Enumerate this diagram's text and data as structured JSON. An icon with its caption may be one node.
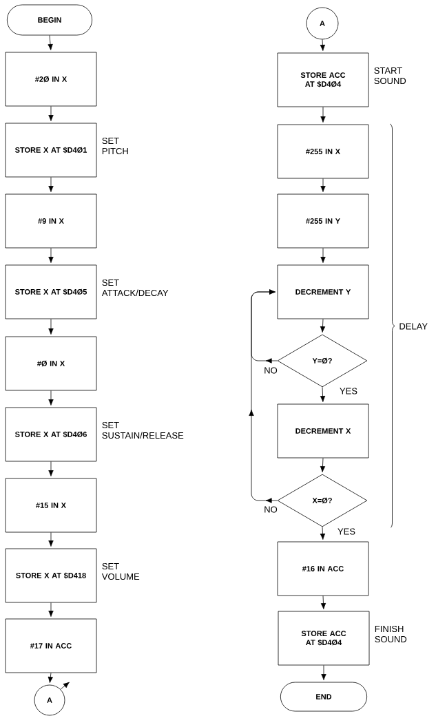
{
  "diagram": {
    "nodes": [
      {
        "text": [
          "BEGIN"
        ]
      },
      {
        "text": [
          "#2Ø IN X"
        ]
      },
      {
        "text": [
          "STORE X AT $D4Ø1"
        ],
        "beside": [
          "SET PITCH"
        ]
      },
      {
        "text": [
          "#9 IN X"
        ]
      },
      {
        "text": [
          "STORE X AT $D4Ø5"
        ],
        "beside": [
          "SET ATTACK/DECAY"
        ]
      },
      {
        "text": [
          "#Ø IN X"
        ]
      },
      {
        "text": [
          "STORE X AT $D4Ø6"
        ],
        "beside": [
          "SET SUSTAIN/RELEASE"
        ]
      },
      {
        "text": [
          "#15 IN X"
        ]
      },
      {
        "text": [
          "STORE X AT $D418"
        ],
        "beside": [
          "SET VOLUME"
        ]
      },
      {
        "text": [
          "#17 IN ACC"
        ]
      },
      {
        "text": [
          "A"
        ]
      },
      {
        "text": [
          "A"
        ]
      },
      {
        "text": [
          "STORE ACC AT $D4Ø4"
        ],
        "beside": [
          "START SOUND"
        ]
      },
      {
        "text": [
          "#255 IN X"
        ]
      },
      {
        "text": [
          "#255 IN Y"
        ]
      },
      {
        "text": [
          "DECREMENT Y"
        ]
      },
      {
        "text": [
          "Y=Ø?"
        ]
      },
      {
        "text": [
          "DECREMENT X"
        ]
      },
      {
        "text": [
          "X=Ø?"
        ]
      },
      {
        "text": [
          "#16 IN ACC"
        ]
      },
      {
        "text": [
          "STORE ACC AT $D4Ø4"
        ],
        "beside": [
          "FINISH SOUND"
        ]
      },
      {
        "text": [
          "END"
        ]
      }
    ],
    "edges": [
      {
        "from": 0,
        "to": 1,
        "arrow": "to"
      },
      {
        "from": 1,
        "to": 2,
        "arrow": "to"
      },
      {
        "from": 2,
        "to": 3,
        "arrow": "to"
      },
      {
        "from": 3,
        "to": 4,
        "arrow": "to"
      },
      {
        "from": 4,
        "to": 5,
        "arrow": "to"
      },
      {
        "from": 5,
        "to": 6,
        "arrow": "to"
      },
      {
        "from": 6,
        "to": 7,
        "arrow": "to"
      },
      {
        "from": 7,
        "to": 8,
        "arrow": "to"
      },
      {
        "from": 8,
        "to": 9,
        "arrow": "to"
      },
      {
        "from": 9,
        "to": 10,
        "arrow": "to"
      },
      {
        "from": 10,
        "to": null,
        "arrow": "to"
      },
      {
        "from": 11,
        "to": 12,
        "arrow": "to"
      },
      {
        "from": 12,
        "to": 13,
        "arrow": "to"
      },
      {
        "from": 13,
        "to": 14,
        "arrow": "to"
      },
      {
        "from": 14,
        "to": 15,
        "arrow": "to"
      },
      {
        "from": 15,
        "to": 16,
        "arrow": "to"
      },
      {
        "from": 16,
        "to": 15,
        "arrow": "to",
        "label": "NO"
      },
      {
        "from": 16,
        "to": 17,
        "arrow": "to",
        "label": "YES"
      },
      {
        "from": 17,
        "to": 18,
        "arrow": "to"
      },
      {
        "from": 18,
        "to": 15,
        "arrow": "to",
        "label": "NO"
      },
      {
        "from": 18,
        "to": 19,
        "arrow": "to",
        "label": "YES"
      },
      {
        "from": 19,
        "to": 20,
        "arrow": "to"
      },
      {
        "from": 20,
        "to": 21,
        "arrow": "to"
      }
    ],
    "labels": [
      "DELAY"
    ]
  }
}
